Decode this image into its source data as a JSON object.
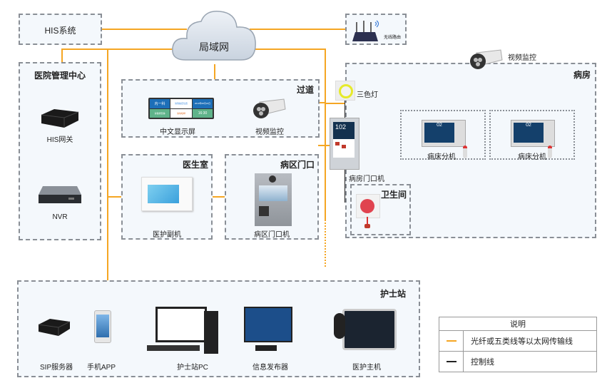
{
  "network": {
    "label": "局域网"
  },
  "his_system": {
    "label": "HIS系统"
  },
  "router": {
    "label": "无线路由"
  },
  "management_center": {
    "title": "医院管理中心",
    "devices": [
      {
        "label": "HIS网关",
        "icon": "server-box-icon"
      },
      {
        "label": "NVR",
        "icon": "nvr-icon"
      }
    ]
  },
  "corridor": {
    "title": "过道",
    "devices": [
      {
        "label": "中文显示屏",
        "icon": "led-display-icon"
      },
      {
        "label": "视频监控",
        "icon": "camera-icon"
      }
    ],
    "display_screen": {
      "dept": "内一科",
      "line1": "请到指定位置",
      "line2": "请勿喧哗",
      "time": "16:30",
      "date": "2019年08月24日",
      "weekday": "星期六",
      "bottom_left": "请保持安静"
    }
  },
  "doctor_room": {
    "title": "医生室",
    "devices": [
      {
        "label": "医护副机",
        "icon": "tablet-terminal-icon"
      }
    ]
  },
  "ward_entrance": {
    "title": "病区门口",
    "devices": [
      {
        "label": "病区门口机",
        "icon": "door-intercom-icon"
      }
    ]
  },
  "ward": {
    "title": "病房",
    "camera_label": "视频监控",
    "tricolor_light": "三色灯",
    "door_unit": {
      "label": "病房门口机",
      "room_number": "102"
    },
    "bed_units": [
      {
        "label": "病床分机",
        "number": "02"
      },
      {
        "label": "病床分机",
        "number": "02"
      }
    ],
    "bathroom": {
      "title": "卫生间",
      "device": "emergency-button"
    }
  },
  "nurse_station": {
    "title": "护士站",
    "devices": [
      {
        "label": "SIP服务器",
        "icon": "server-box-icon"
      },
      {
        "label": "手机APP",
        "icon": "phone-icon"
      },
      {
        "label": "护士站PC",
        "icon": "desktop-pc-icon"
      },
      {
        "label": "信息发布器",
        "icon": "info-display-icon"
      },
      {
        "label": "医护主机",
        "icon": "nurse-host-icon"
      }
    ]
  },
  "legend": {
    "title": "说明",
    "items": [
      {
        "label": "光纤或五类线等以太网传输线",
        "color": "#f5a623"
      },
      {
        "label": "控制线",
        "color": "#222222"
      }
    ]
  }
}
